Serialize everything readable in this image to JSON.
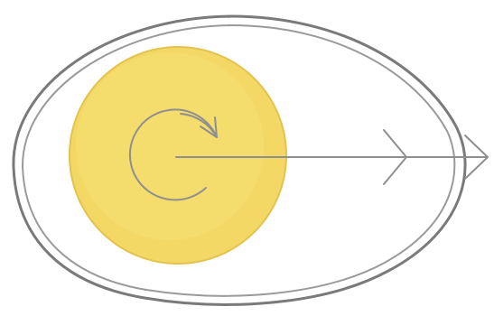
{
  "diagram": {
    "subject": "egg-with-yolk",
    "elements": [
      {
        "name": "egg-shell",
        "kind": "outline"
      },
      {
        "name": "yolk",
        "kind": "filled-circle"
      },
      {
        "name": "rotation-arrow",
        "kind": "circular-arrow"
      },
      {
        "name": "direction-arrow",
        "kind": "straight-arrow"
      }
    ],
    "colors": {
      "yolk_fill": "#f3d865",
      "yolk_edge": "#e4c24e",
      "ink": "#8f8f8f",
      "shell_line": "#7a7a7a",
      "background": "#ffffff"
    }
  }
}
